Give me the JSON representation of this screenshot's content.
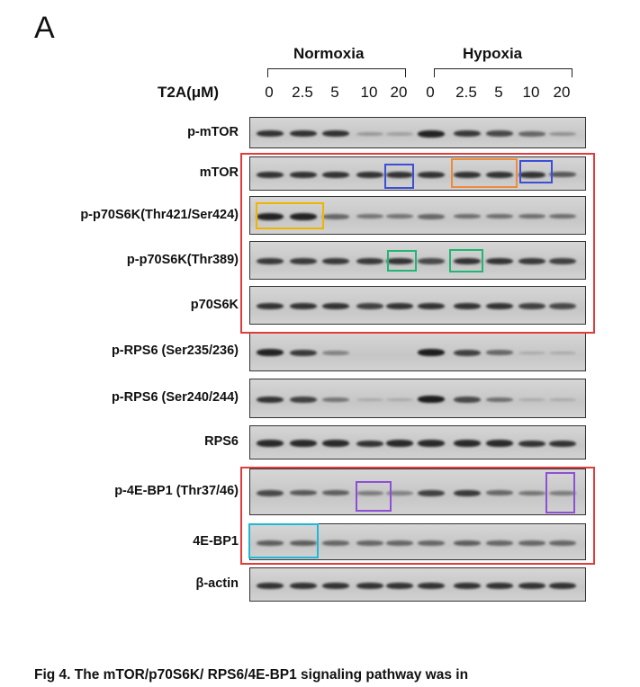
{
  "panel_letter": "A",
  "conditions": [
    "Normoxia",
    "Hypoxia"
  ],
  "treatment_label": "T2A(μM)",
  "doses": [
    "0",
    "2.5",
    "5",
    "10",
    "20",
    "0",
    "2.5",
    "5",
    "10",
    "20"
  ],
  "blots": [
    {
      "label": "p-mTOR",
      "intensity": [
        0.85,
        0.85,
        0.85,
        0.15,
        0.1,
        0.95,
        0.8,
        0.7,
        0.5,
        0.2
      ]
    },
    {
      "label": "mTOR",
      "intensity": [
        0.85,
        0.85,
        0.85,
        0.85,
        0.85,
        0.85,
        0.85,
        0.85,
        0.85,
        0.6
      ]
    },
    {
      "label": "p-p70S6K(Thr421/Ser424)",
      "intensity": [
        0.95,
        0.95,
        0.5,
        0.4,
        0.4,
        0.5,
        0.45,
        0.45,
        0.45,
        0.45
      ]
    },
    {
      "label": "p-p70S6K(Thr389)",
      "intensity": [
        0.8,
        0.8,
        0.8,
        0.8,
        0.85,
        0.7,
        0.85,
        0.85,
        0.8,
        0.75
      ]
    },
    {
      "label": "p70S6K",
      "intensity": [
        0.85,
        0.85,
        0.85,
        0.75,
        0.85,
        0.85,
        0.85,
        0.85,
        0.75,
        0.7
      ]
    },
    {
      "label": "p-RPS6 (Ser235/236)",
      "intensity": [
        0.95,
        0.8,
        0.3,
        0.0,
        0.0,
        1.0,
        0.75,
        0.5,
        0.05,
        0.05
      ]
    },
    {
      "label": "p-RPS6 (Ser240/244)",
      "intensity": [
        0.85,
        0.75,
        0.4,
        0.05,
        0.05,
        1.0,
        0.7,
        0.45,
        0.05,
        0.05
      ]
    },
    {
      "label": "RPS6",
      "intensity": [
        0.9,
        0.9,
        0.9,
        0.85,
        0.9,
        0.9,
        0.9,
        0.9,
        0.85,
        0.85
      ]
    },
    {
      "label": "p-4E-BP1 (Thr37/46)",
      "intensity": [
        0.7,
        0.6,
        0.55,
        0.35,
        0.3,
        0.75,
        0.8,
        0.5,
        0.4,
        0.35
      ]
    },
    {
      "label": "4E-BP1",
      "intensity": [
        0.55,
        0.55,
        0.5,
        0.5,
        0.5,
        0.5,
        0.55,
        0.5,
        0.5,
        0.5
      ]
    },
    {
      "label": "β-actin",
      "intensity": [
        0.85,
        0.85,
        0.85,
        0.85,
        0.85,
        0.85,
        0.85,
        0.85,
        0.85,
        0.85
      ]
    }
  ],
  "highlight_colors": {
    "red": "#e23b3b",
    "blue": "#3b4fd6",
    "orange": "#f08a3c",
    "yellow": "#f0b400",
    "green": "#22b573",
    "purple": "#8e4fd6",
    "cyan": "#1fb8d6"
  },
  "caption": "Fig 4. The mTOR/p70S6K/ RPS6/4E-BP1 signaling pathway was in"
}
